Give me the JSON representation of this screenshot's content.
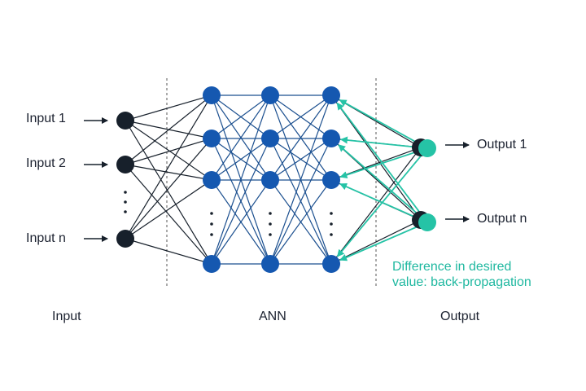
{
  "inputs": [
    "Input 1",
    "Input 2",
    "Input n"
  ],
  "outputs": [
    "Output 1",
    "Output n"
  ],
  "sections": {
    "input": "Input",
    "ann": "ANN",
    "output": "Output"
  },
  "note": {
    "line1": "Difference in desired",
    "line2": "value: back-propagation"
  },
  "colors": {
    "dark_node": "#17202b",
    "blue_node": "#1558b0",
    "blue_edge": "#1b4f8f",
    "teal": "#25c3a6",
    "divider": "#555555"
  }
}
